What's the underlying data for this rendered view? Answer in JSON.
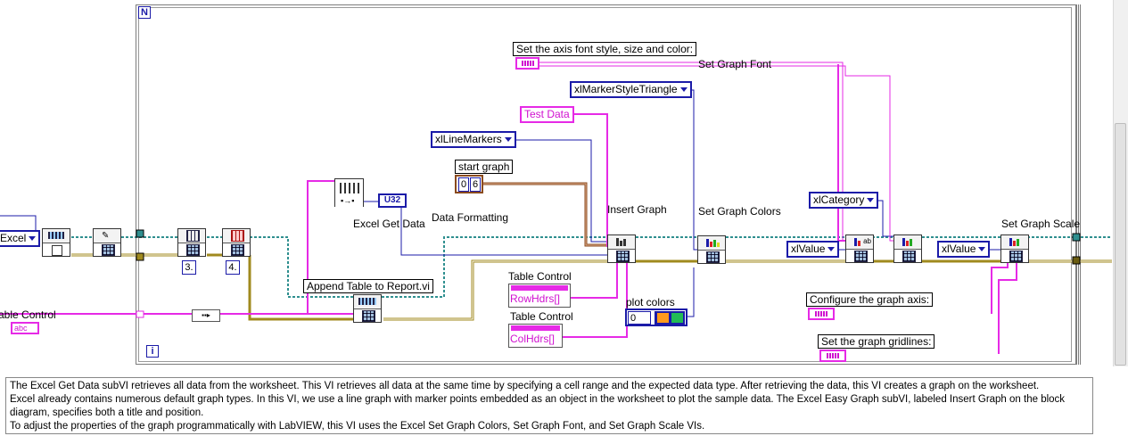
{
  "frame": {
    "top_label": "N",
    "bottom_label": "i"
  },
  "labels": {
    "axis_font_style": "Set the axis font style, size and color:",
    "set_graph_font": "Set Graph Font",
    "marker_style": "xlMarkerStyleTriangle",
    "test_data": "Test Data",
    "line_markers": "xlLineMarkers",
    "start_graph": "start graph",
    "start_graph_row": "0",
    "start_graph_col": "6",
    "insert_graph": "Insert Graph",
    "set_graph_colors": "Set Graph Colors",
    "x1_category": "xlCategory",
    "set_graph_scale": "Set Graph Scale",
    "excel_get_data": "Excel Get Data",
    "data_formatting": "Data Formatting",
    "u32": "U32",
    "excel_enum": "Excel",
    "xlvalue_1": "xlValue",
    "xlvalue_2": "xlValue",
    "append_table": "Append Table to Report.vi",
    "table_control_left": "able Control",
    "table_control_1": "Table Control",
    "row_hdrs": "RowHdrs[]",
    "table_control_2": "Table Control",
    "col_hdrs": "ColHdrs[]",
    "plot_colors": "plot colors",
    "plot_colors_index": "0",
    "configure_axis": "Configure the graph axis:",
    "set_gridlines": "Set the graph gridlines:",
    "const_3": "3.",
    "const_4": "4.",
    "abc": "abc"
  },
  "description": {
    "line1": "The Excel Get Data subVI retrieves all data from the worksheet. This VI retrieves all data at the same time by specifying a cell range and the expected data type. After retrieving the data, this VI creates a graph on the worksheet.",
    "line2": "Excel already contains numerous default graph types. In this VI, we use a line graph with marker points embedded as an object in the worksheet to plot the sample data. The Excel Easy Graph subVI, labeled Insert Graph on the block",
    "line3": "diagram, specifies both a title and position.",
    "line4": "To adjust the properties of the graph programmatically with LabVIEW, this VI uses the Excel Set Graph Colors, Set Graph Font, and Set Graph Scale VIs."
  },
  "colors": {
    "string_wire": "#e62ae6",
    "numeric_wire": "#1b1ba8",
    "refnum_wire": "#2f8f8f",
    "error_wire": "#a08a1e",
    "cluster_wire": "#8a4a1e"
  }
}
